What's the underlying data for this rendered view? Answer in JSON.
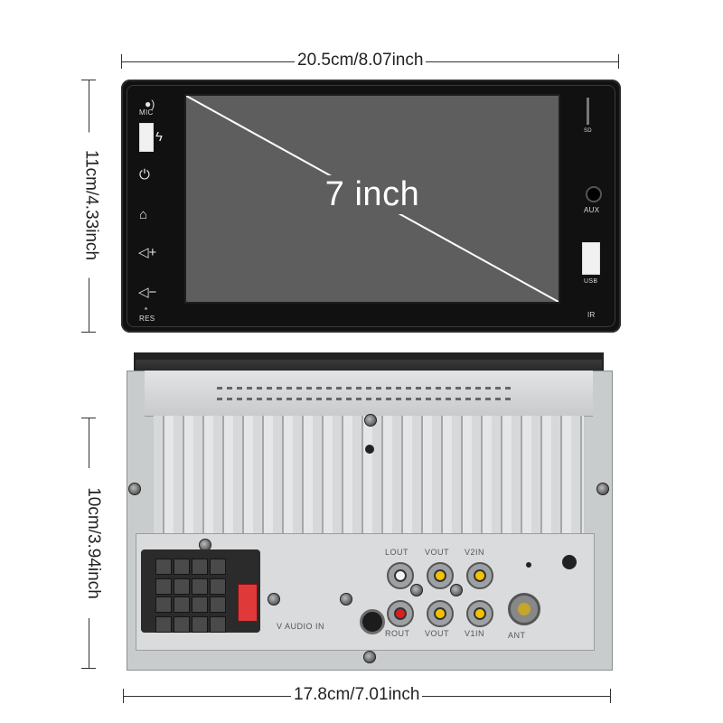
{
  "dimensions": {
    "front_width": "20.5cm/8.07inch",
    "front_height": "11cm/4.33inch",
    "back_height": "10cm/3.94inch",
    "back_width": "17.8cm/7.01inch"
  },
  "screen": {
    "size_label": "7 inch"
  },
  "front_panel": {
    "left_labels": {
      "mic": "MIC",
      "res": "RES"
    },
    "right_labels": {
      "sd": "SD",
      "aux": "AUX",
      "usb": "USB",
      "ir": "IR"
    }
  },
  "rear_panel": {
    "rca_labels": [
      "LOUT",
      "VOUT",
      "V2IN",
      "ROUT",
      "VOUT",
      "V1IN"
    ],
    "antenna_label": "ANT",
    "aux_label": "V AUDIO IN"
  }
}
